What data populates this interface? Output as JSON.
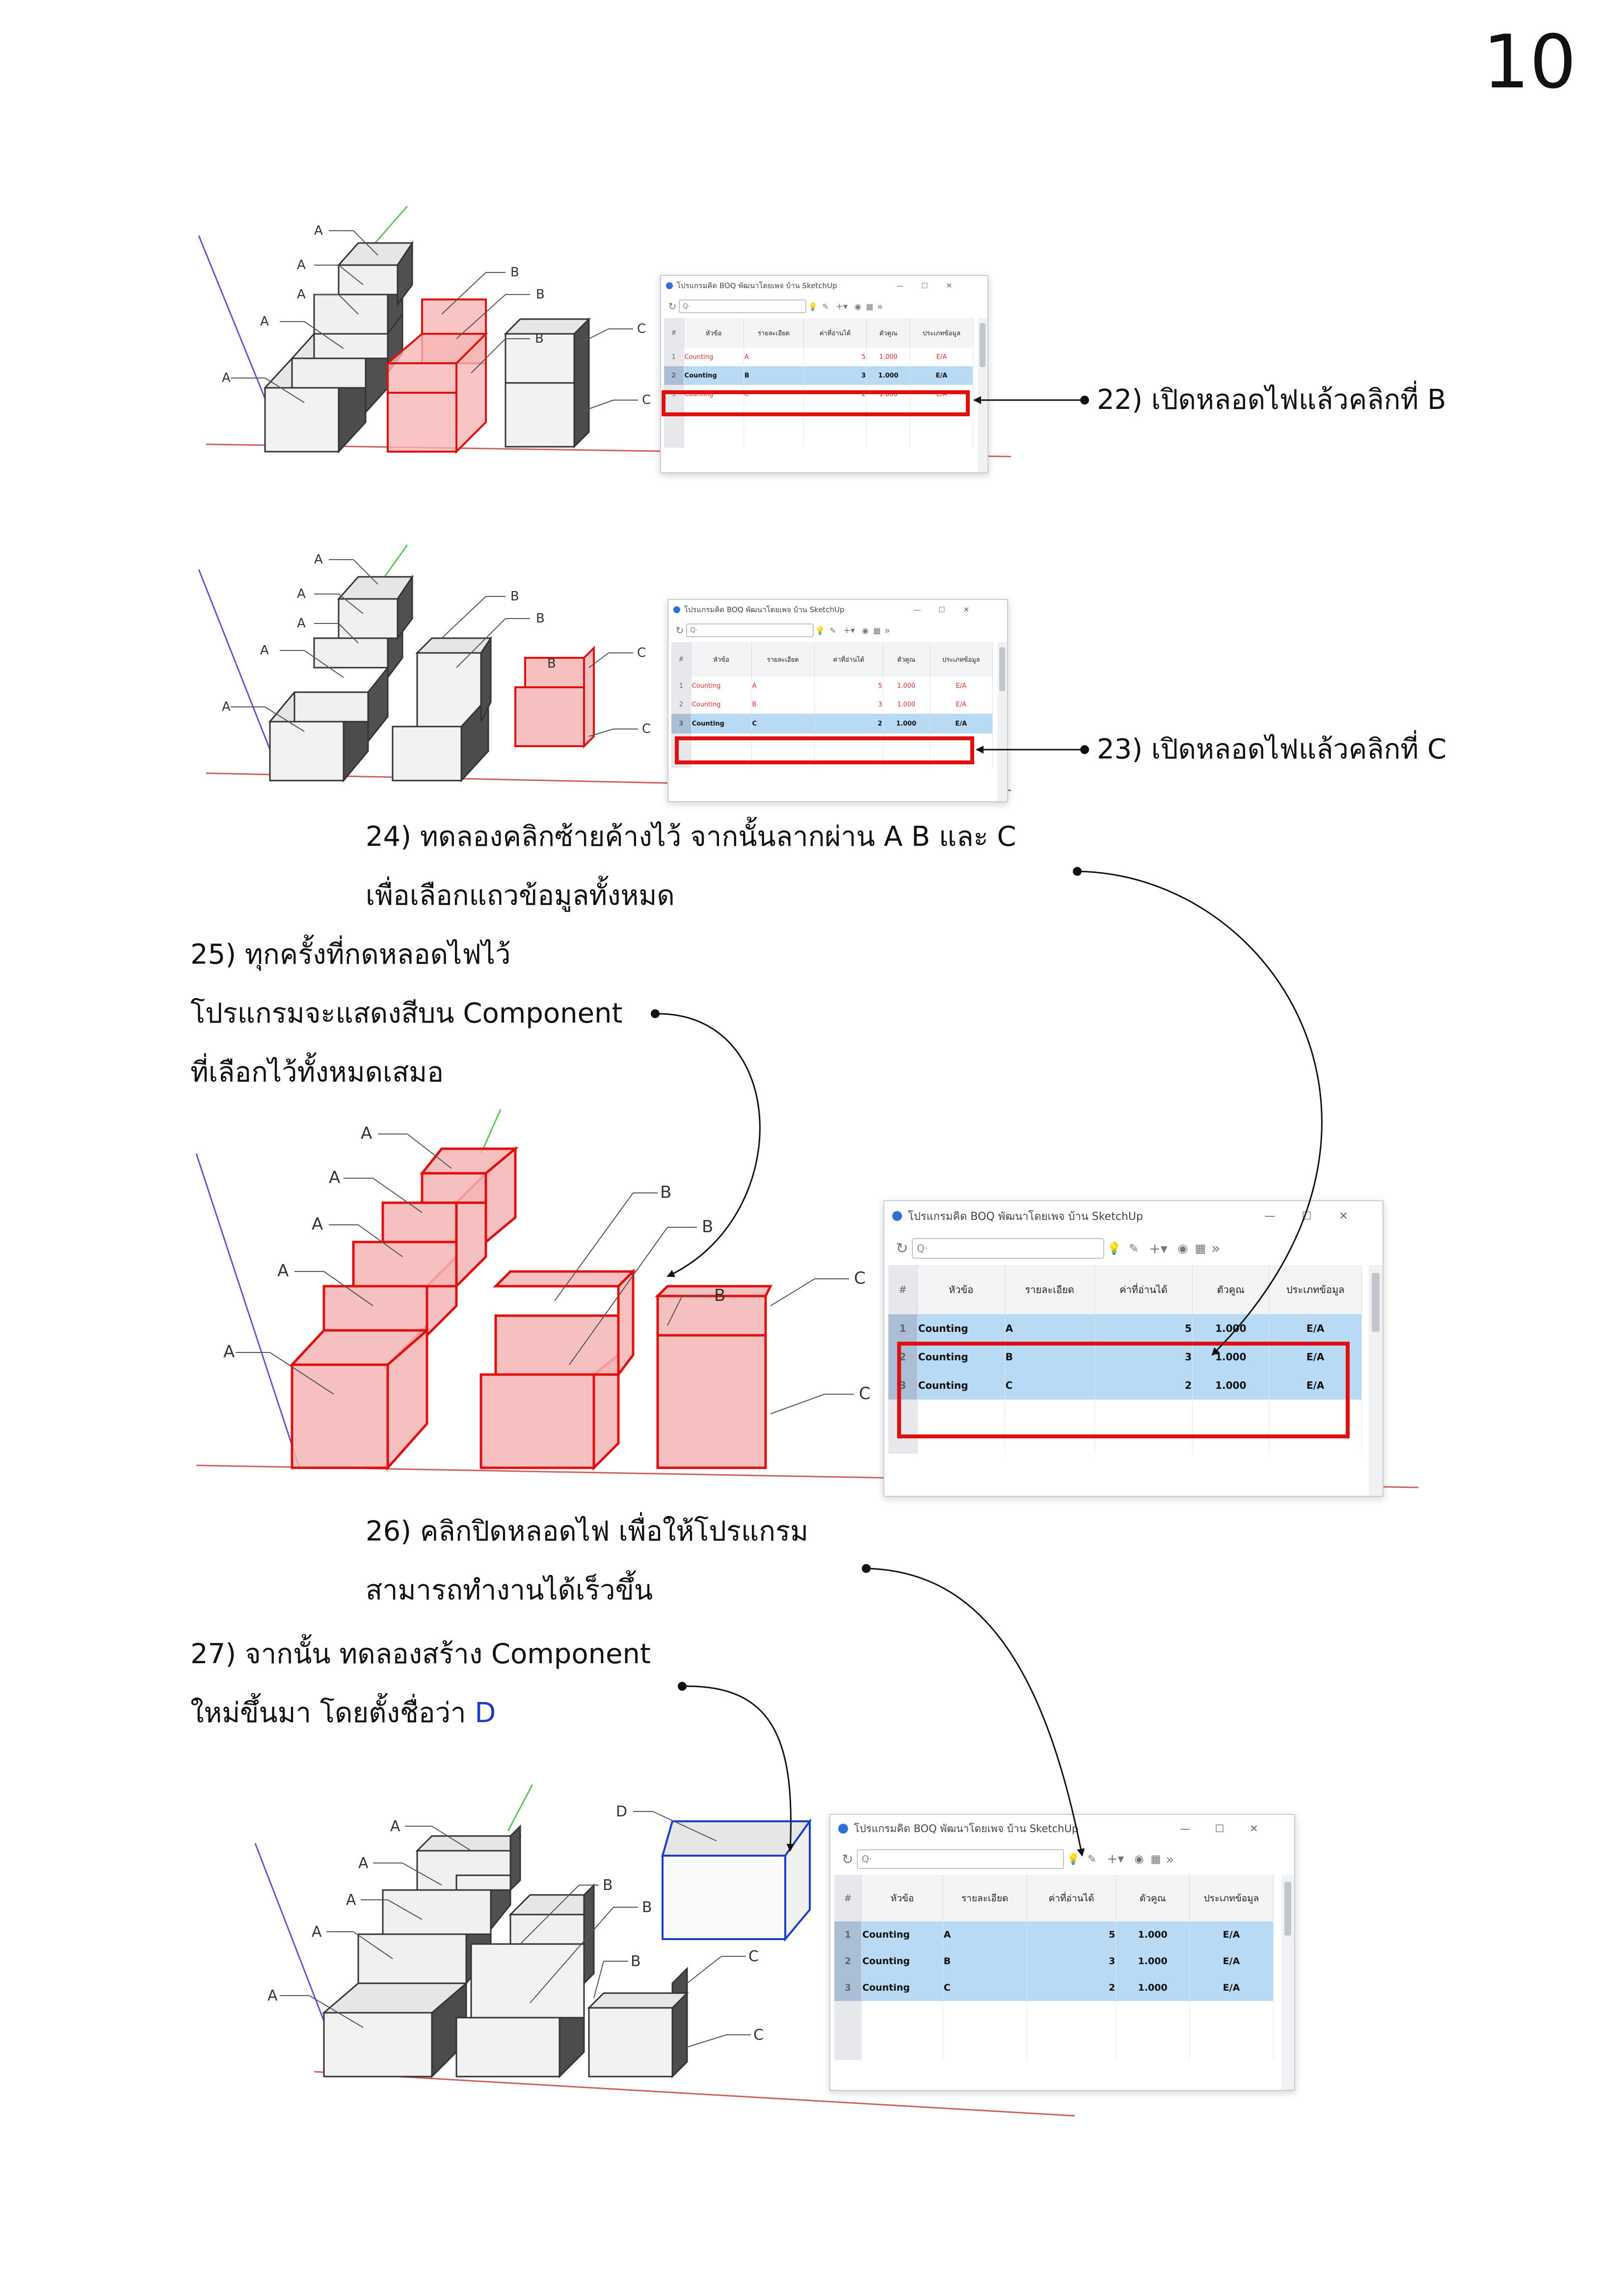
{
  "page_number": "10",
  "steps": {
    "s22": "22) เปิดหลอดไฟแล้วคลิกที่ B",
    "s23": "23) เปิดหลอดไฟแล้วคลิกที่ C",
    "s24_line1": "24) ทดลองคลิกซ้ายค้างไว้ จากนั้นลากผ่าน A B และ C",
    "s24_line2": "เพื่อเลือกแถวข้อมูลทั้งหมด",
    "s25_line1": "25) ทุกครั้งที่กดหลอดไฟไว้",
    "s25_line2": "โปรแกรมจะแสดงสีบน Component",
    "s25_line3": "ที่เลือกไว้ทั้งหมดเสมอ",
    "s26_line1": "26) คลิกปิดหลอดไฟ เพื่อให้โปรแกรม",
    "s26_line2": "สามารถทำงานได้เร็วขึ้น",
    "s27_line1": "27) จากนั้น ทดลองสร้าง Component",
    "s27_line2_prefix": "ใหม่ขึ้นมา โดยตั้งชื่อว่า ",
    "s27_line2_name": "D"
  },
  "app": {
    "window_title": "โปรแกรมคิด BOQ พัฒนาโดยเพจ บ้าน SketchUp",
    "search_placeholder": "Q·",
    "columns": [
      "#",
      "หัวข้อ",
      "รายละเอียด",
      "ค่าที่อ่านได้",
      "ตัวคูณ",
      "ประเภทข้อมูล"
    ],
    "rows": [
      {
        "num": "1",
        "topic": "Counting",
        "detail": "A",
        "value": "5",
        "factor": "1.000",
        "type": "E/A"
      },
      {
        "num": "2",
        "topic": "Counting",
        "detail": "B",
        "value": "3",
        "factor": "1.000",
        "type": "E/A"
      },
      {
        "num": "3",
        "topic": "Counting",
        "detail": "C",
        "value": "2",
        "factor": "1.000",
        "type": "E/A"
      }
    ],
    "controls": {
      "minimize": "—",
      "maximize": "☐",
      "close": "✕",
      "more": "»"
    }
  },
  "scene_labels": {
    "a": "A",
    "b": "B",
    "c": "C",
    "d": "D"
  },
  "colors": {
    "highlight_red": "#e01010",
    "selection_blue": "#b8daf5",
    "component_blue": "#1a3cc7",
    "text_red": "#e02a2a"
  }
}
